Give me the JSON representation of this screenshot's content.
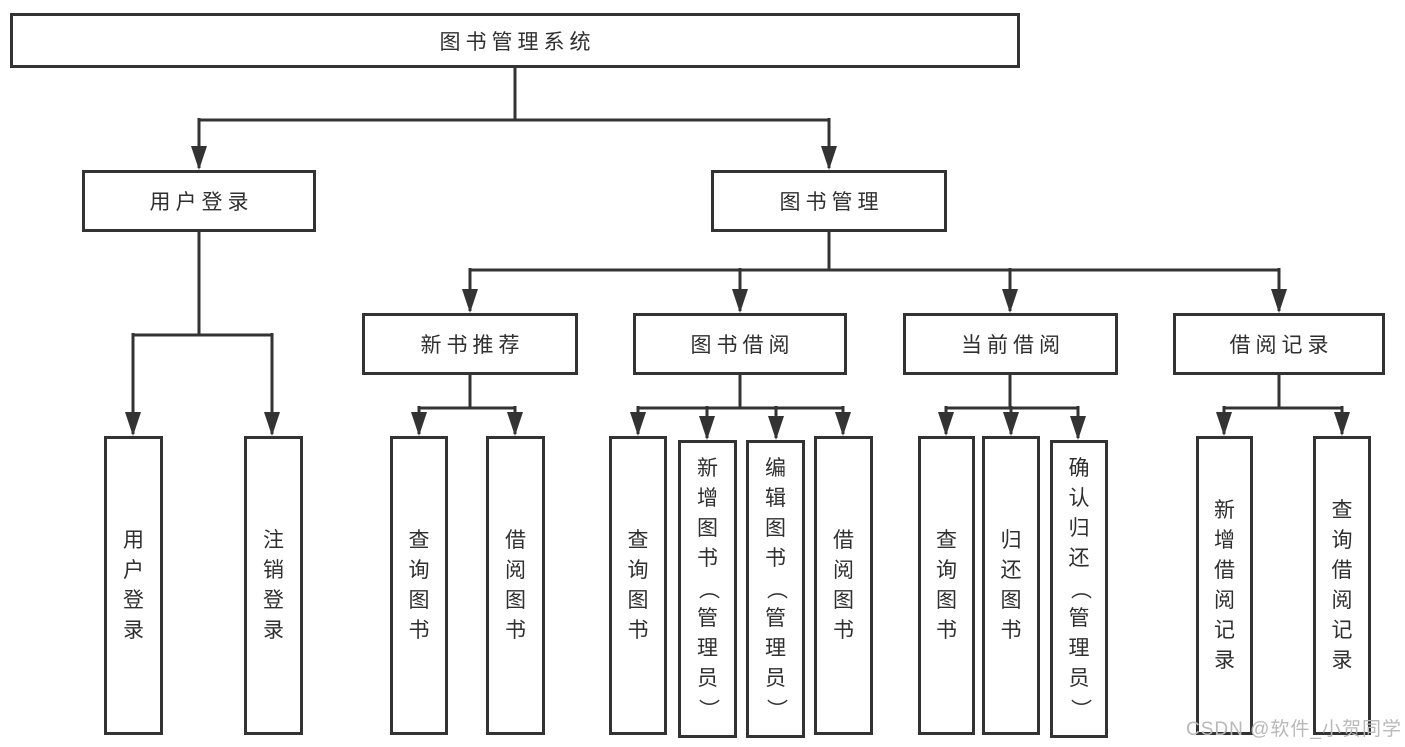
{
  "diagram": {
    "type": "hierarchy",
    "title": "图书管理系统",
    "watermark": "CSDN @软件_小贺同学",
    "colors": {
      "line": "#333333",
      "border": "#333333",
      "text": "#2f2f2f",
      "background": "#ffffff",
      "watermark": "#b9b9b9"
    },
    "root": {
      "label": "图书管理系统",
      "children": [
        {
          "label": "用户登录",
          "children": [
            {
              "label": "用户登录"
            },
            {
              "label": "注销登录"
            }
          ]
        },
        {
          "label": "图书管理",
          "children": [
            {
              "label": "新书推荐",
              "children": [
                {
                  "label": "查询图书"
                },
                {
                  "label": "借阅图书"
                }
              ]
            },
            {
              "label": "图书借阅",
              "children": [
                {
                  "label": "查询图书"
                },
                {
                  "label": "新增图书（管理员）"
                },
                {
                  "label": "编辑图书（管理员）"
                },
                {
                  "label": "借阅图书"
                }
              ]
            },
            {
              "label": "当前借阅",
              "children": [
                {
                  "label": "查询图书"
                },
                {
                  "label": "归还图书"
                },
                {
                  "label": "确认归还（管理员）"
                }
              ]
            },
            {
              "label": "借阅记录",
              "children": [
                {
                  "label": "新增借阅记录"
                },
                {
                  "label": "查询借阅记录"
                }
              ]
            }
          ]
        }
      ]
    }
  }
}
